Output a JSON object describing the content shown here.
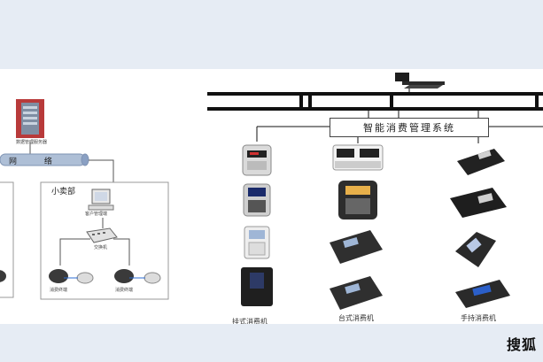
{
  "diagram": {
    "system_title": "智能消费管理系统",
    "left": {
      "server_label": "数据管理服务器",
      "network_label": "网  络",
      "shop_title": "小卖部",
      "client_label": "客户管理端",
      "switch_label": "交换机",
      "terminal_label_1": "消费终端",
      "terminal_label_2": "消费终端"
    },
    "columns": [
      {
        "caption": "挂式消费机"
      },
      {
        "caption": "台式消费机"
      },
      {
        "caption": "手持消费机"
      }
    ]
  },
  "watermark": "搜狐",
  "colors": {
    "page_bg": "#e6ecf4",
    "panel_bg": "#ffffff",
    "line": "#111111",
    "device_dark": "#2a2a2a"
  }
}
